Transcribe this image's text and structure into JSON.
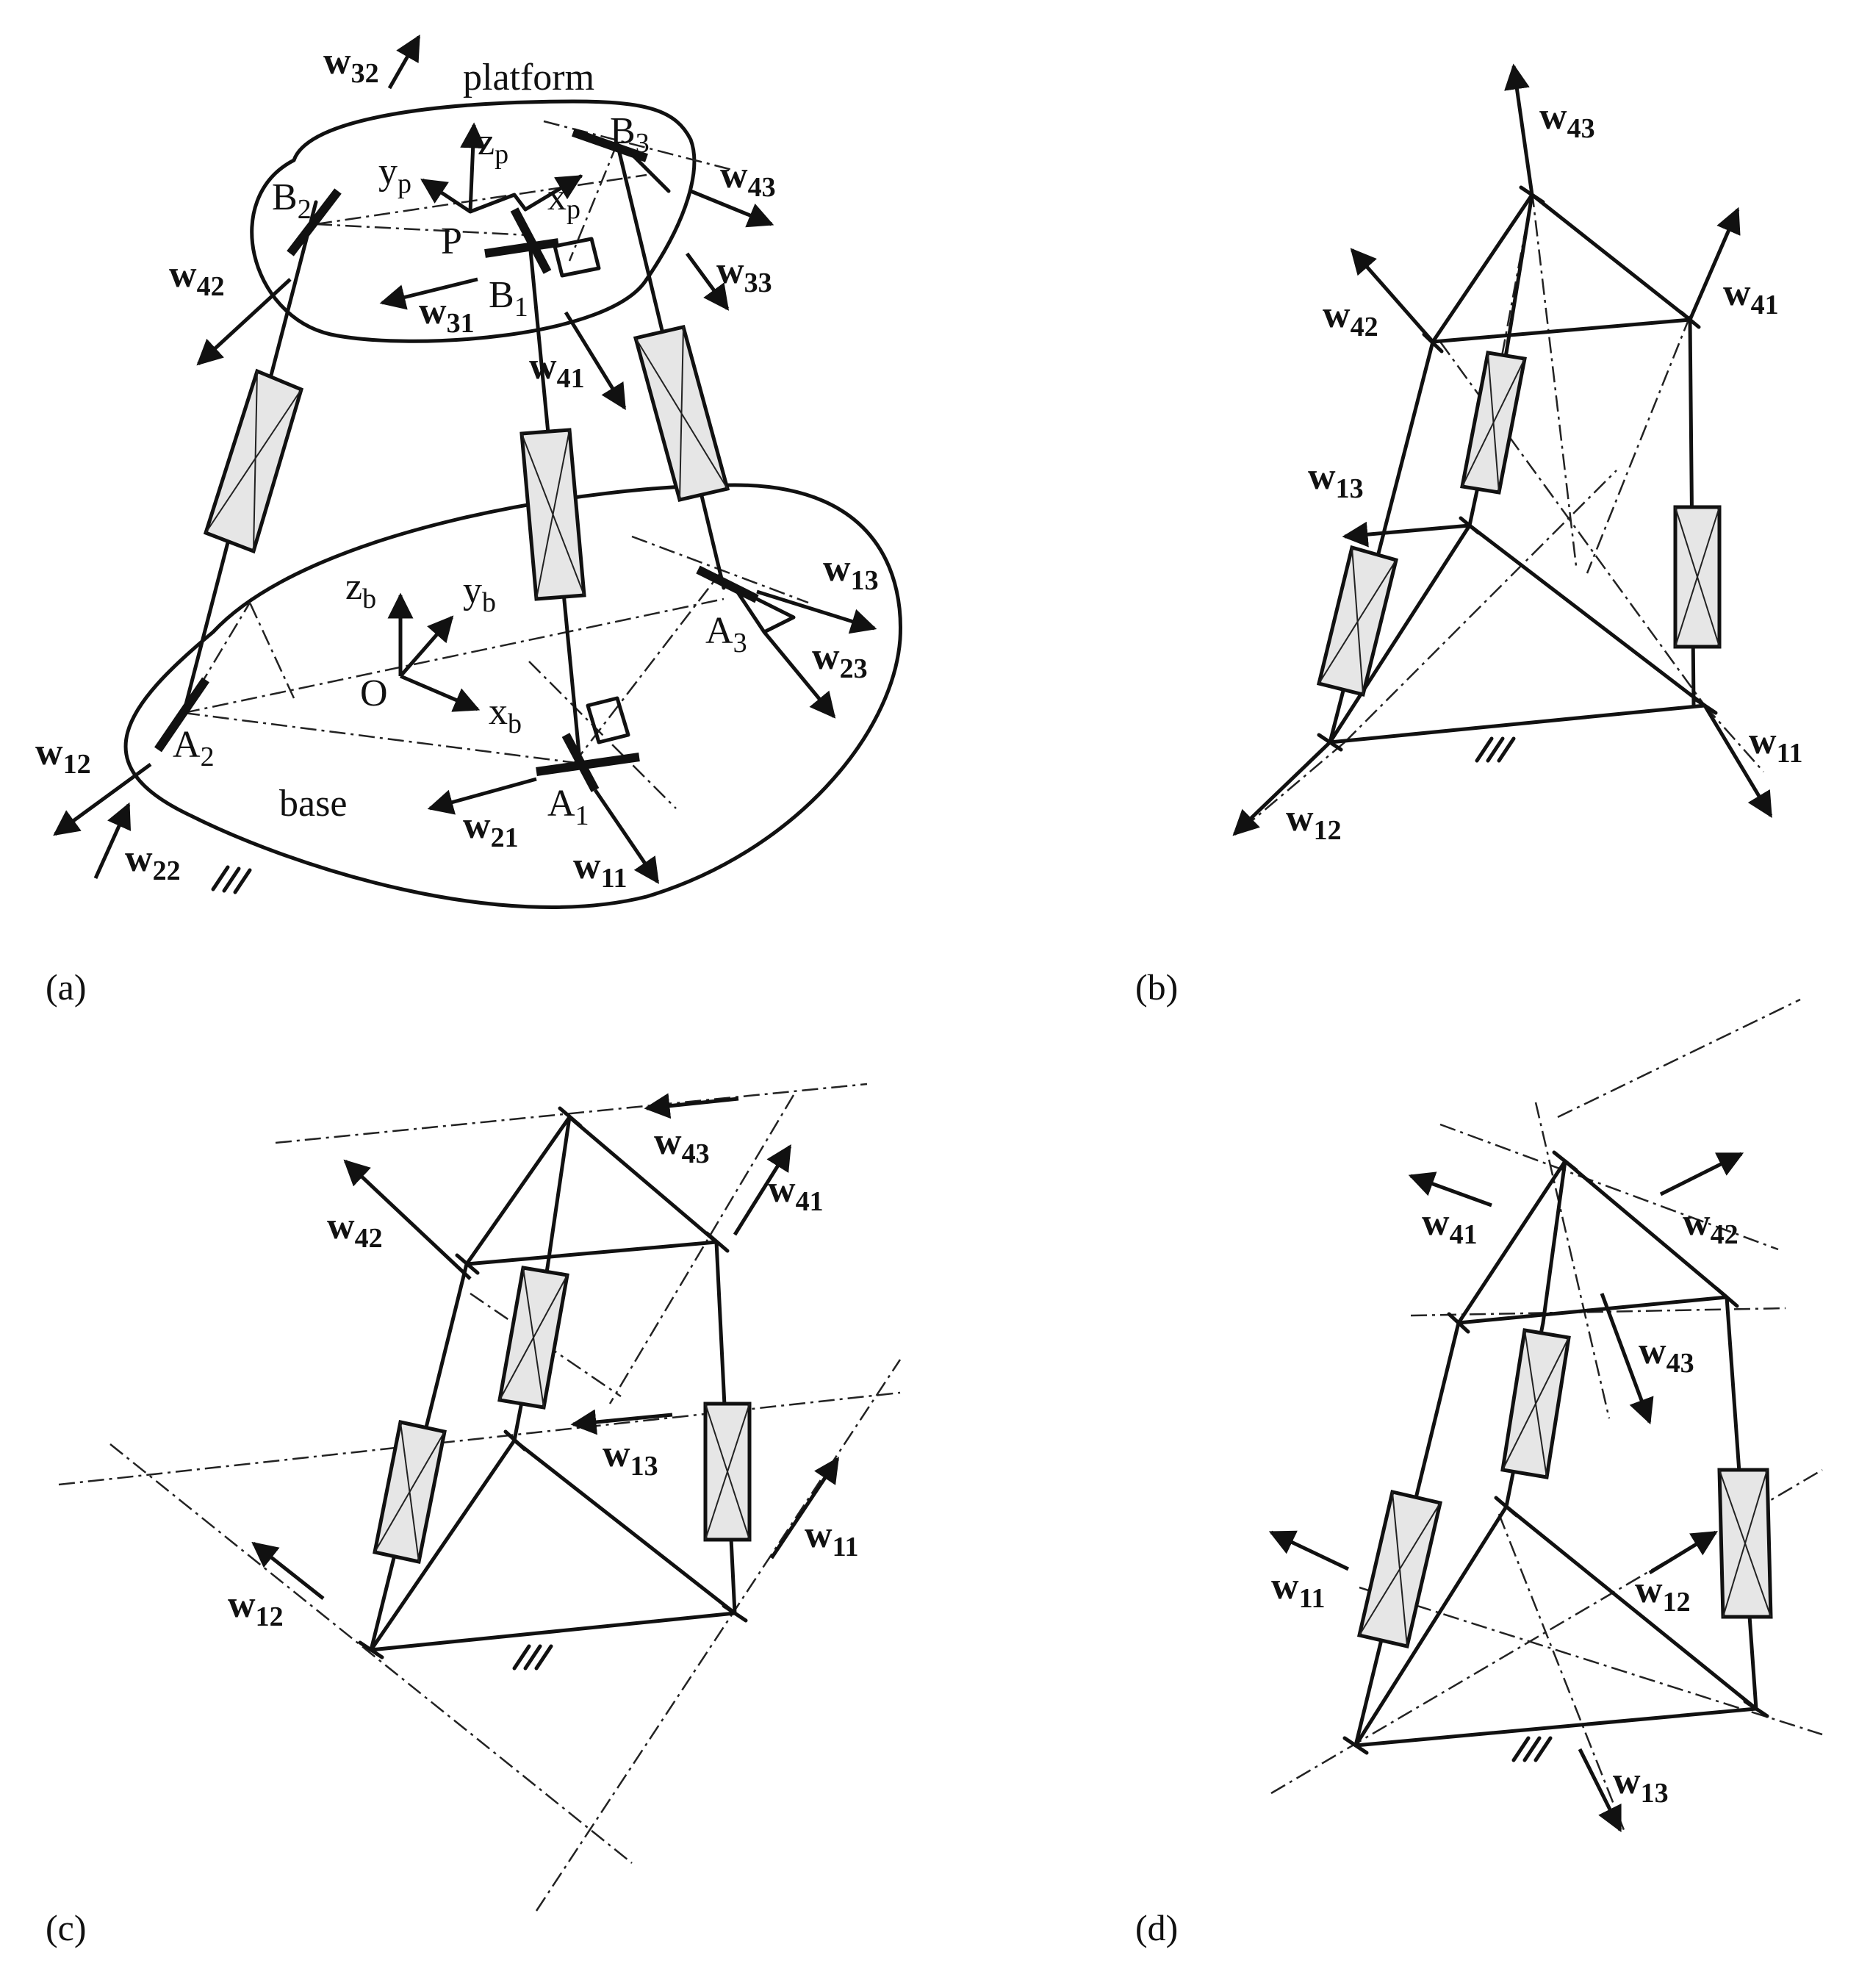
{
  "captions": {
    "a": "(a)",
    "b": "(b)",
    "c": "(c)",
    "d": "(d)"
  },
  "panel_a": {
    "region_labels": {
      "platform": "platform",
      "base": "base"
    },
    "points": {
      "B1": {
        "main": "B",
        "sub": "1"
      },
      "B2": {
        "main": "B",
        "sub": "2"
      },
      "B3": {
        "main": "B",
        "sub": "3"
      },
      "A1": {
        "main": "A",
        "sub": "1"
      },
      "A2": {
        "main": "A",
        "sub": "2"
      },
      "A3": {
        "main": "A",
        "sub": "3"
      },
      "P": "P",
      "O": "O"
    },
    "frames": {
      "zp": {
        "main": "z",
        "sub": "p"
      },
      "yp": {
        "main": "y",
        "sub": "p"
      },
      "xp": {
        "main": "x",
        "sub": "p"
      },
      "zb": {
        "main": "z",
        "sub": "b"
      },
      "yb": {
        "main": "y",
        "sub": "b"
      },
      "xb": {
        "main": "x",
        "sub": "b"
      }
    },
    "wrenches": {
      "w32": {
        "main": "w",
        "sub": "32"
      },
      "w43": {
        "main": "w",
        "sub": "43"
      },
      "w33": {
        "main": "w",
        "sub": "33"
      },
      "w42": {
        "main": "w",
        "sub": "42"
      },
      "w31": {
        "main": "w",
        "sub": "31"
      },
      "w41": {
        "main": "w",
        "sub": "41"
      },
      "w13": {
        "main": "w",
        "sub": "13"
      },
      "w23": {
        "main": "w",
        "sub": "23"
      },
      "w12": {
        "main": "w",
        "sub": "12"
      },
      "w22": {
        "main": "w",
        "sub": "22"
      },
      "w21": {
        "main": "w",
        "sub": "21"
      },
      "w11": {
        "main": "w",
        "sub": "11"
      }
    }
  },
  "panel_b": {
    "wrenches": {
      "w43": {
        "main": "w",
        "sub": "43"
      },
      "w42": {
        "main": "w",
        "sub": "42"
      },
      "w41": {
        "main": "w",
        "sub": "41"
      },
      "w13": {
        "main": "w",
        "sub": "13"
      },
      "w11": {
        "main": "w",
        "sub": "11"
      },
      "w12": {
        "main": "w",
        "sub": "12"
      }
    }
  },
  "panel_c": {
    "wrenches": {
      "w43": {
        "main": "w",
        "sub": "43"
      },
      "w42": {
        "main": "w",
        "sub": "42"
      },
      "w41": {
        "main": "w",
        "sub": "41"
      },
      "w13": {
        "main": "w",
        "sub": "13"
      },
      "w11": {
        "main": "w",
        "sub": "11"
      },
      "w12": {
        "main": "w",
        "sub": "12"
      }
    }
  },
  "panel_d": {
    "wrenches": {
      "w41": {
        "main": "w",
        "sub": "41"
      },
      "w42": {
        "main": "w",
        "sub": "42"
      },
      "w43": {
        "main": "w",
        "sub": "43"
      },
      "w11": {
        "main": "w",
        "sub": "11"
      },
      "w12": {
        "main": "w",
        "sub": "12"
      },
      "w13": {
        "main": "w",
        "sub": "13"
      }
    }
  }
}
